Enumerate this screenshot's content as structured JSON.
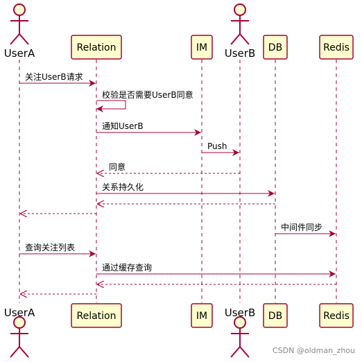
{
  "participants": [
    {
      "id": "usera",
      "name": "UserA",
      "kind": "actor"
    },
    {
      "id": "relation",
      "name": "Relation",
      "kind": "box"
    },
    {
      "id": "im",
      "name": "IM",
      "kind": "box"
    },
    {
      "id": "userb",
      "name": "UserB",
      "kind": "actor"
    },
    {
      "id": "db",
      "name": "DB",
      "kind": "box"
    },
    {
      "id": "redis",
      "name": "Redis",
      "kind": "box"
    }
  ],
  "messages": [
    {
      "from": "usera",
      "to": "relation",
      "label": "关注UserB请求",
      "style": "solid"
    },
    {
      "from": "relation",
      "to": "relation",
      "label": "校验是否需要UserB同意",
      "style": "solid"
    },
    {
      "from": "relation",
      "to": "im",
      "label": "通知UserB",
      "style": "solid"
    },
    {
      "from": "im",
      "to": "userb",
      "label": "Push",
      "style": "solid"
    },
    {
      "from": "userb",
      "to": "relation",
      "label": "同意",
      "style": "dashed"
    },
    {
      "from": "relation",
      "to": "db",
      "label": "关系持久化",
      "style": "solid"
    },
    {
      "from": "db",
      "to": "relation",
      "label": "",
      "style": "dashed"
    },
    {
      "from": "relation",
      "to": "usera",
      "label": "",
      "style": "dashed"
    },
    {
      "from": "db",
      "to": "redis",
      "label": "中间件同步",
      "style": "solid"
    },
    {
      "from": "usera",
      "to": "relation",
      "label": "查询关注列表",
      "style": "solid"
    },
    {
      "from": "relation",
      "to": "redis",
      "label": "通过缓存查询",
      "style": "solid"
    },
    {
      "from": "redis",
      "to": "relation",
      "label": "",
      "style": "dashed"
    },
    {
      "from": "relation",
      "to": "usera",
      "label": "",
      "style": "dashed"
    }
  ],
  "watermark": "CSDN @oldman_zhou",
  "colors": {
    "line": "#A80036",
    "box_fill": "#FEFECE",
    "actor_fill": "#FEFECE",
    "text": "#000000"
  }
}
